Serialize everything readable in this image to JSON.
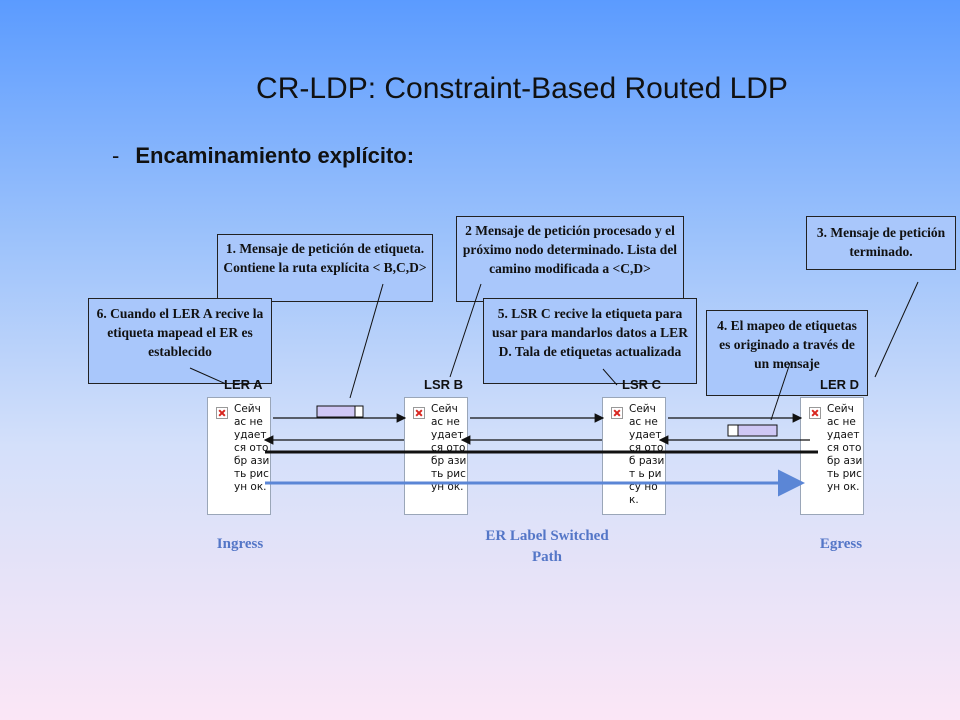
{
  "title": "CR-LDP: Constraint-Based Routed LDP",
  "bullet": {
    "dash": "-",
    "text": "Encaminamiento explícito:"
  },
  "callouts": {
    "c1": "1. Mensaje de petición de etiqueta. Contiene la ruta explícita < B,C,D>",
    "c2": "2 Mensaje de petición procesado y el próximo nodo determinado. Lista del camino modificada a <C,D>",
    "c3": "3. Mensaje de petición terminado.",
    "c4": "4. El mapeo de etiquetas es originado a través de un mensaje",
    "c5": "5. LSR C recive la etiqueta para usar para mandarlos datos a LER D. Tala de etiquetas actualizada",
    "c6": "6. Cuando el LER A recive la etiqueta mapead el ER es establecido"
  },
  "nodes": {
    "a": "LER A",
    "b": "LSR B",
    "c": "LSR C",
    "d": "LER D"
  },
  "router_text": {
    "a": "Сейч ас не удает ся отобр азить рисун ок.",
    "b": "Сейч ас не удает ся отобр азить рисун ок.",
    "c": "Сейч ас не удает ся отоб разит ь рису нок.",
    "d": "Сейч ас не удает ся отобр азить рисун ок."
  },
  "captions": {
    "ingress": "Ingress",
    "path": "ER Label Switched Path",
    "egress": "Egress"
  },
  "colors": {
    "callout_bg": "#a9c7fb",
    "caption": "#5476c7",
    "path_arrow": "#5b86d6",
    "label_box": "#cfc7f5"
  }
}
